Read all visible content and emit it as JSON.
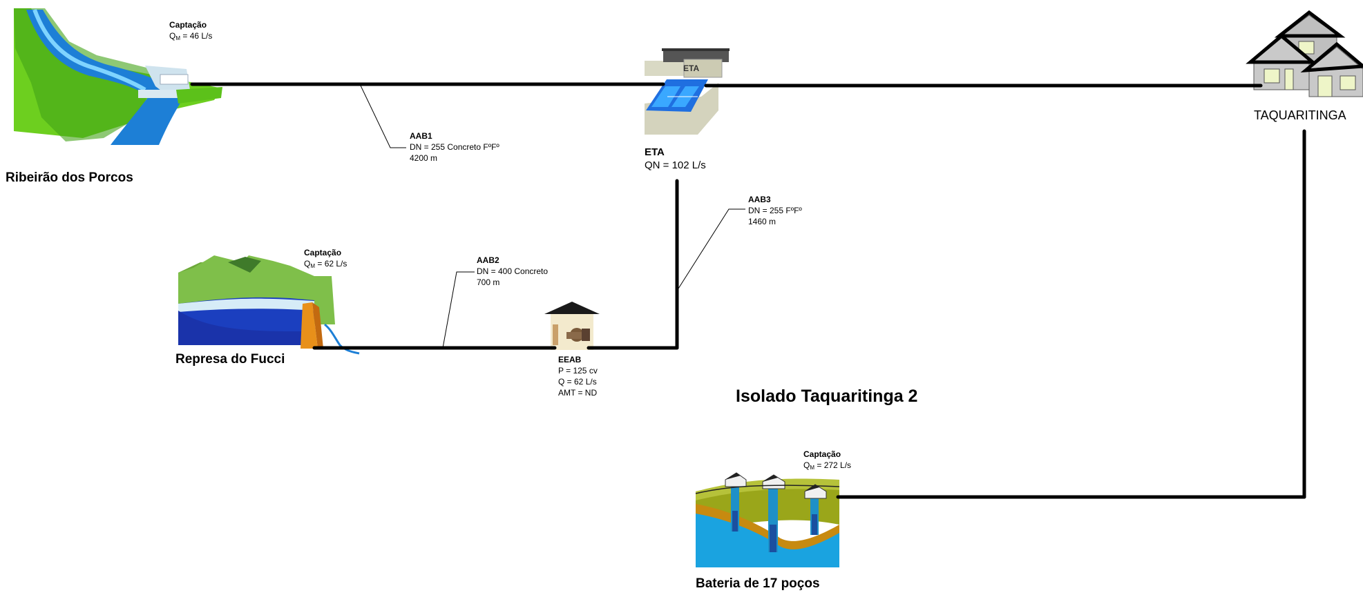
{
  "title": "Isolado Taquaritinga 2",
  "sources": {
    "ribeirao": {
      "name": "Ribeirão dos Porcos",
      "capt_label": "Captação",
      "q_sym": "Q",
      "q_sub": "M",
      "q_val": " = 46 L/s"
    },
    "fucci": {
      "name": "Represa do Fucci",
      "capt_label": "Captação",
      "q_sym": "Q",
      "q_sub": "M",
      "q_val": " = 62 L/s"
    },
    "bateria": {
      "name": "Bateria de 17 poços",
      "capt_label": "Captação",
      "q_sym": "Q",
      "q_sub": "M",
      "q_val": " = 272 L/s"
    }
  },
  "pipes": {
    "aab1": {
      "name": "AAB1",
      "line1": "DN = 255 Concreto FºFº",
      "line2": "4200 m"
    },
    "aab2": {
      "name": "AAB2",
      "line1": "DN = 400 Concreto",
      "line2": "700 m"
    },
    "aab3": {
      "name": "AAB3",
      "line1": "DN = 255 FºFº",
      "line2": "1460 m"
    }
  },
  "eta": {
    "name": "ETA",
    "flow": "QN = 102 L/s",
    "sign": "ETA"
  },
  "eeab": {
    "name": "EEAB",
    "power": "P = 125 cv",
    "flow": "Q = 62 L/s",
    "amt": "AMT = ND"
  },
  "city": {
    "name": "TAQUARITINGA"
  }
}
